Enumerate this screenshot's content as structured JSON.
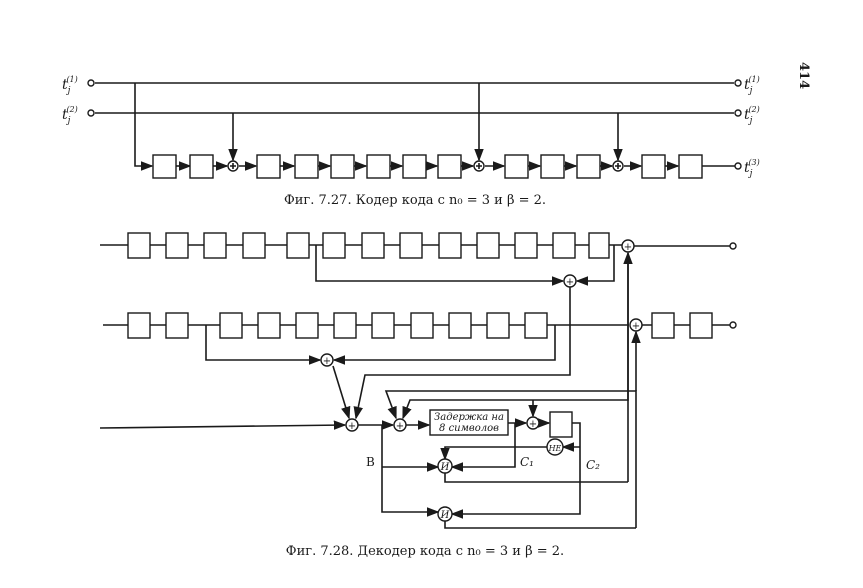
{
  "page_number": "414",
  "fig727": {
    "inputs": [
      {
        "base": "t",
        "sub": "j",
        "sup": "(1)"
      },
      {
        "base": "t",
        "sub": "j",
        "sup": "(2)"
      }
    ],
    "outputs": [
      {
        "base": "t",
        "sub": "j",
        "sup": "(1)"
      },
      {
        "base": "t",
        "sub": "j",
        "sup": "(2)"
      },
      {
        "base": "t",
        "sub": "j",
        "sup": "(3)"
      }
    ],
    "caption": "Фиг. 7.27. Кодер кода с n₀ = 3 и β = 2."
  },
  "fig728": {
    "delay_label_line1": "Задержка на",
    "delay_label_line2": "8 символов",
    "and_gate": "И",
    "not_gate": "НЕ",
    "xor_symbol": "+",
    "label_b": "B",
    "label_c1": "C₁",
    "label_c2": "C₂",
    "caption": "Фиг. 7.28. Декодер кода с n₀ = 3 и β = 2."
  }
}
